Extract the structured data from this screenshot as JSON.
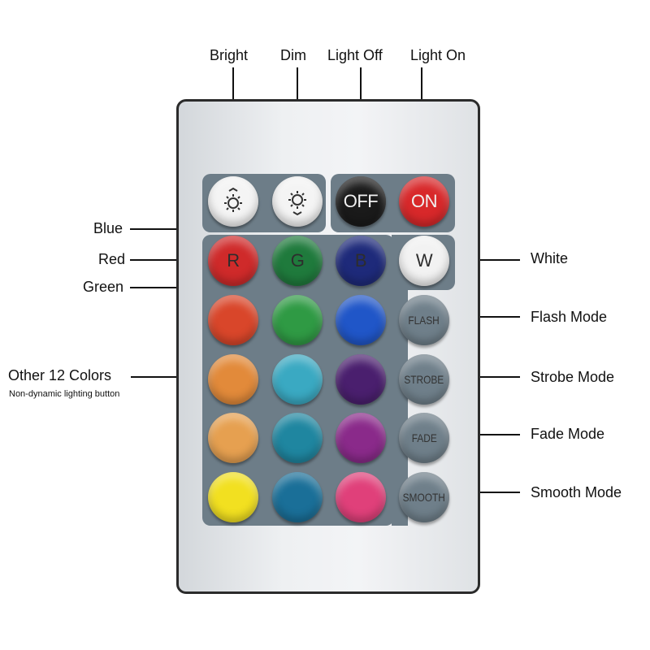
{
  "top_labels": {
    "bright": "Bright",
    "dim": "Dim",
    "light_off": "Light Off",
    "light_on": "Light On"
  },
  "side_labels": {
    "blue": "Blue",
    "red": "Red",
    "green": "Green",
    "white": "White",
    "other_colors": "Other 12 Colors",
    "other_colors_note": "Non-dynamic lighting button",
    "flash_mode": "Flash Mode",
    "strobe_mode": "Strobe Mode",
    "fade_mode": "Fade Mode",
    "smooth_mode": "Smooth Mode"
  },
  "buttons": {
    "off": "OFF",
    "on": "ON",
    "r": "R",
    "g": "G",
    "b": "B",
    "w": "W",
    "flash": "FLASH",
    "strobe": "STROBE",
    "fade": "FADE",
    "smooth": "SMOOTH"
  },
  "colors": {
    "red": "#cf2a2a",
    "green": "#1f7a3c",
    "blue": "#1e2a7a",
    "white": "#f2f2f2",
    "off": "#1a1a1a",
    "on": "#d8282a",
    "mode": "#6f7f8a",
    "grid": [
      "#d9462a",
      "#2f9a44",
      "#2056c8",
      "#e28a3a",
      "#3aa9c2",
      "#4a1f6e",
      "#e6a050",
      "#1f86a0",
      "#8a2a8a",
      "#f2e020",
      "#1a6f98",
      "#e0407a"
    ]
  }
}
